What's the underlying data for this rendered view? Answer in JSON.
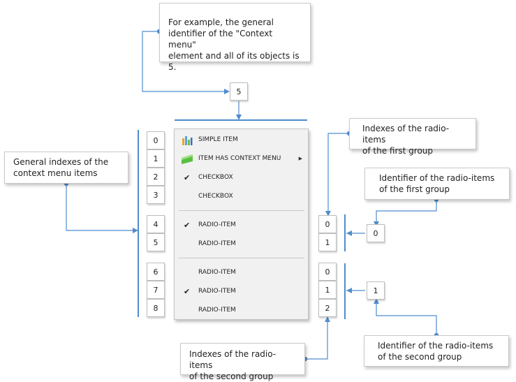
{
  "callouts": {
    "general_identifier": {
      "lines": [
        "For example, the general",
        "identifier of the \"Context menu\"",
        "element and all of its objects is 5."
      ]
    },
    "general_indexes": {
      "lines": [
        "General indexes of the",
        "context menu items"
      ]
    },
    "radio_indexes_first": {
      "lines": [
        "Indexes of the radio-items",
        "of the first group"
      ]
    },
    "radio_identifier_first": {
      "lines": [
        "Identifier of the radio-items",
        "of the first group"
      ]
    },
    "radio_indexes_second": {
      "lines": [
        "Indexes of the radio-items",
        "of the second group"
      ]
    },
    "radio_identifier_second": {
      "lines": [
        "Identifier of the radio-items",
        "of the second group"
      ]
    }
  },
  "general_identifier_value": "5",
  "general_indexes": [
    "0",
    "1",
    "2",
    "3",
    "4",
    "5",
    "6",
    "7",
    "8"
  ],
  "radio_group_first": {
    "indexes": [
      "0",
      "1"
    ],
    "identifier": "0"
  },
  "radio_group_second": {
    "indexes": [
      "0",
      "1",
      "2"
    ],
    "identifier": "1"
  },
  "menu": {
    "items": [
      {
        "label": "SIMPLE ITEM",
        "icon": "bar-chart-icon",
        "checked": false,
        "submenu": false
      },
      {
        "label": "ITEM HAS CONTEXT MENU",
        "icon": "green-flag-icon",
        "checked": false,
        "submenu": true
      },
      {
        "label": "CHECKBOX",
        "icon": "",
        "checked": true,
        "submenu": false
      },
      {
        "label": "CHECKBOX",
        "icon": "",
        "checked": false,
        "submenu": false
      },
      {
        "label": "RADIO-ITEM",
        "icon": "",
        "checked": true,
        "submenu": false
      },
      {
        "label": "RADIO-ITEM",
        "icon": "",
        "checked": false,
        "submenu": false
      },
      {
        "label": "RADIO-ITEM",
        "icon": "",
        "checked": false,
        "submenu": false
      },
      {
        "label": "RADIO-ITEM",
        "icon": "",
        "checked": true,
        "submenu": false
      },
      {
        "label": "RADIO-ITEM",
        "icon": "",
        "checked": false,
        "submenu": false
      }
    ],
    "check_glyph": "✔",
    "submenu_glyph": "▶"
  },
  "colors": {
    "connector": "#4f8ccd",
    "menu_bg": "#f1f1f1",
    "menu_border": "#c4c4c4"
  }
}
